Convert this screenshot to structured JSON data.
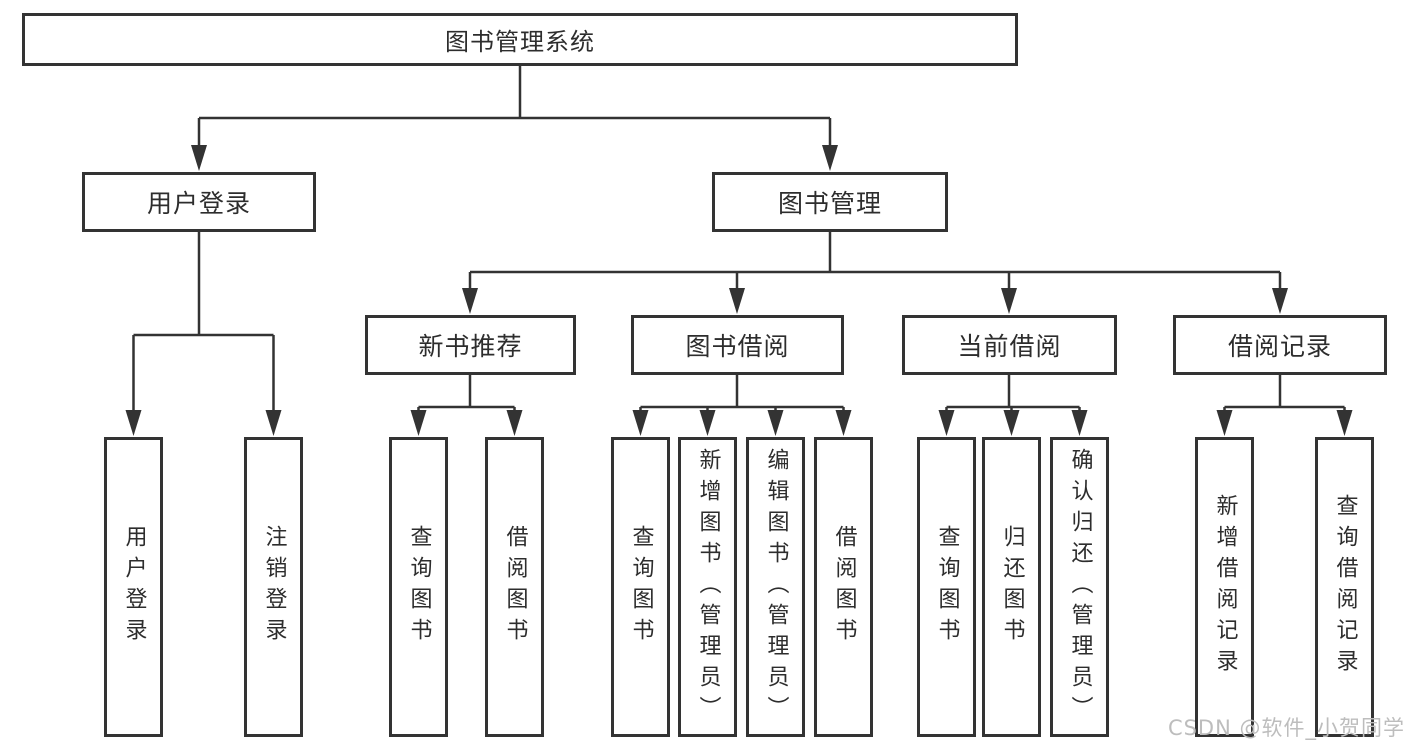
{
  "diagram": {
    "root_label": "图书管理系统",
    "user_branch": {
      "label": "用户登录",
      "children": [
        "用户登录",
        "注销登录"
      ]
    },
    "book_branch": {
      "label": "图书管理",
      "groups": [
        {
          "label": "新书推荐",
          "children": [
            "查询图书",
            "借阅图书"
          ]
        },
        {
          "label": "图书借阅",
          "children": [
            "查询图书",
            "新增图书（管理员）",
            "编辑图书（管理员）",
            "借阅图书"
          ]
        },
        {
          "label": "当前借阅",
          "children": [
            "查询图书",
            "归还图书",
            "确认归还（管理员）"
          ]
        },
        {
          "label": "借阅记录",
          "children": [
            "新增借阅记录",
            "查询借阅记录"
          ]
        }
      ]
    }
  },
  "watermark": "CSDN @软件_小贺同学",
  "colors": {
    "line": "#333333",
    "box_border": "#333333",
    "box_fill": "#ffffff",
    "text": "#2d2d2d",
    "watermark": "#bdbdbd",
    "background": "#ffffff"
  }
}
